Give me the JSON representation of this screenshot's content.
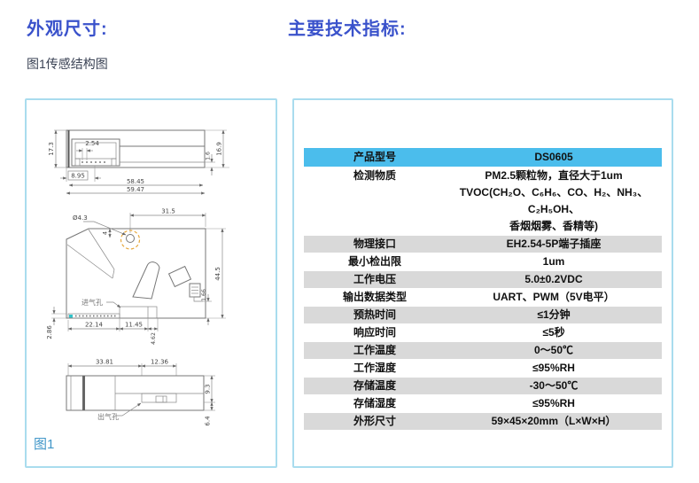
{
  "page": {
    "left_title": "外观尺寸:",
    "left_subtitle": "图1传感结构图",
    "right_title": "主要技术指标:",
    "figure_label": "图1"
  },
  "colors": {
    "title_blue": "#3a52cb",
    "panel_border": "#a9dcee",
    "table_header_bg": "#4bbdec",
    "row_alt_gray": "#d9d9d9",
    "figure_label_blue": "#4096c8",
    "highlight_orange": "#e7a93f",
    "drawing_line_gray": "#777777"
  },
  "drawing": {
    "side_view": {
      "height": "17.3",
      "pin_pitch": "2.54",
      "pin_offset": "8.95",
      "inner_width": "58.45",
      "total_width": "59.47",
      "step_height": "1.6",
      "right_height": "16.9"
    },
    "front_view": {
      "hole_dia": "Ø4.3",
      "hole_offset": "4",
      "top_width": "31.5",
      "height": "44.5",
      "strip_height": "2.86",
      "seg1": "22.14",
      "seg2": "11.45",
      "seg3": "4.62",
      "step": "1.66",
      "inlet_label": "进气孔"
    },
    "bottom_view": {
      "seg1": "33.81",
      "seg2": "12.36",
      "h1": "9.3",
      "h2": "6.4",
      "outlet_label": "出气孔"
    }
  },
  "spec_table": {
    "header": {
      "label": "产品型号",
      "value": "DS0605"
    },
    "rows": [
      {
        "label": "检测物质",
        "value_lines": [
          "PM2.5颗粒物，直径大于1um",
          "TVOC(CH₂O、C₆H₆、CO、H₂、NH₃、 C₂H₅OH、",
          "香烟烟雾、香精等)"
        ]
      },
      {
        "label": "物理接口",
        "value_lines": [
          "EH2.54-5P端子插座"
        ]
      },
      {
        "label": "最小检出限",
        "value_lines": [
          "1um"
        ]
      },
      {
        "label": "工作电压",
        "value_lines": [
          "5.0±0.2VDC"
        ]
      },
      {
        "label": "输出数据类型",
        "value_lines": [
          "UART、PWM（5V电平）"
        ]
      },
      {
        "label": "预热时间",
        "value_lines": [
          "≤1分钟"
        ]
      },
      {
        "label": "响应时间",
        "value_lines": [
          "≤5秒"
        ]
      },
      {
        "label": "工作温度",
        "value_lines": [
          "0～50℃"
        ]
      },
      {
        "label": "工作湿度",
        "value_lines": [
          "≤95%RH"
        ]
      },
      {
        "label": "存储温度",
        "value_lines": [
          "-30～50℃"
        ]
      },
      {
        "label": "存储湿度",
        "value_lines": [
          "≤95%RH"
        ]
      },
      {
        "label": "外形尺寸",
        "value_lines": [
          "59×45×20mm（L×W×H）"
        ]
      }
    ]
  }
}
